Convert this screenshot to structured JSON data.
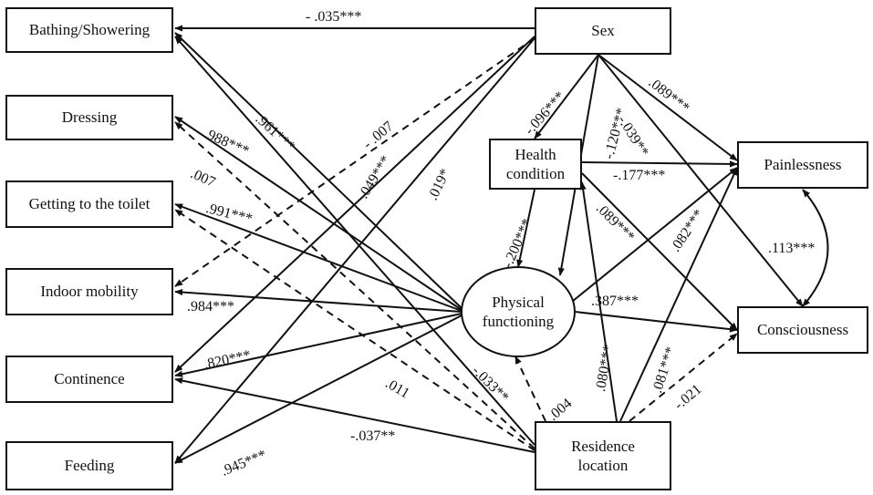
{
  "nodes": {
    "bathing": "Bathing/Showering",
    "dressing": "Dressing",
    "toilet": "Getting to the toilet",
    "indoor": "Indoor mobility",
    "continence": "Continence",
    "feeding": "Feeding",
    "sex": "Sex",
    "health_line1": "Health",
    "health_line2": "condition",
    "physical_line1": "Physical",
    "physical_line2": "functioning",
    "painlessness": "Painlessness",
    "consciousness": "Consciousness",
    "residence_line1": "Residence",
    "residence_line2": "location"
  },
  "coefficients": {
    "sex_bathing": "- .035***",
    "pf_bathing": ".961***",
    "pf_dressing": ".988***",
    "res_dressing": ".007",
    "sex_indoor": "- .007",
    "sex_continence": ".049***",
    "sex_feeding": ".019*",
    "pf_toilet": ".991***",
    "pf_indoor": ".984***",
    "pf_continence": ".820***",
    "pf_feeding": ".945***",
    "res_toilet": ".011",
    "res_bathing": "-.033**",
    "res_continence": "-.037**",
    "sex_health": "-.096***",
    "sex_pf": "-.120***",
    "sex_pain": ".089***",
    "sex_cons": "-.039**",
    "hc_pain": "-.177***",
    "hc_cons": ".089***",
    "hc_pf": "-.200***",
    "pf_pain": ".082***",
    "pf_cons": ".387***",
    "pain_cons": ".113***",
    "res_pf": ".004",
    "res_hc": ".080***",
    "res_pain": ".081***",
    "res_cons": "-.021"
  }
}
